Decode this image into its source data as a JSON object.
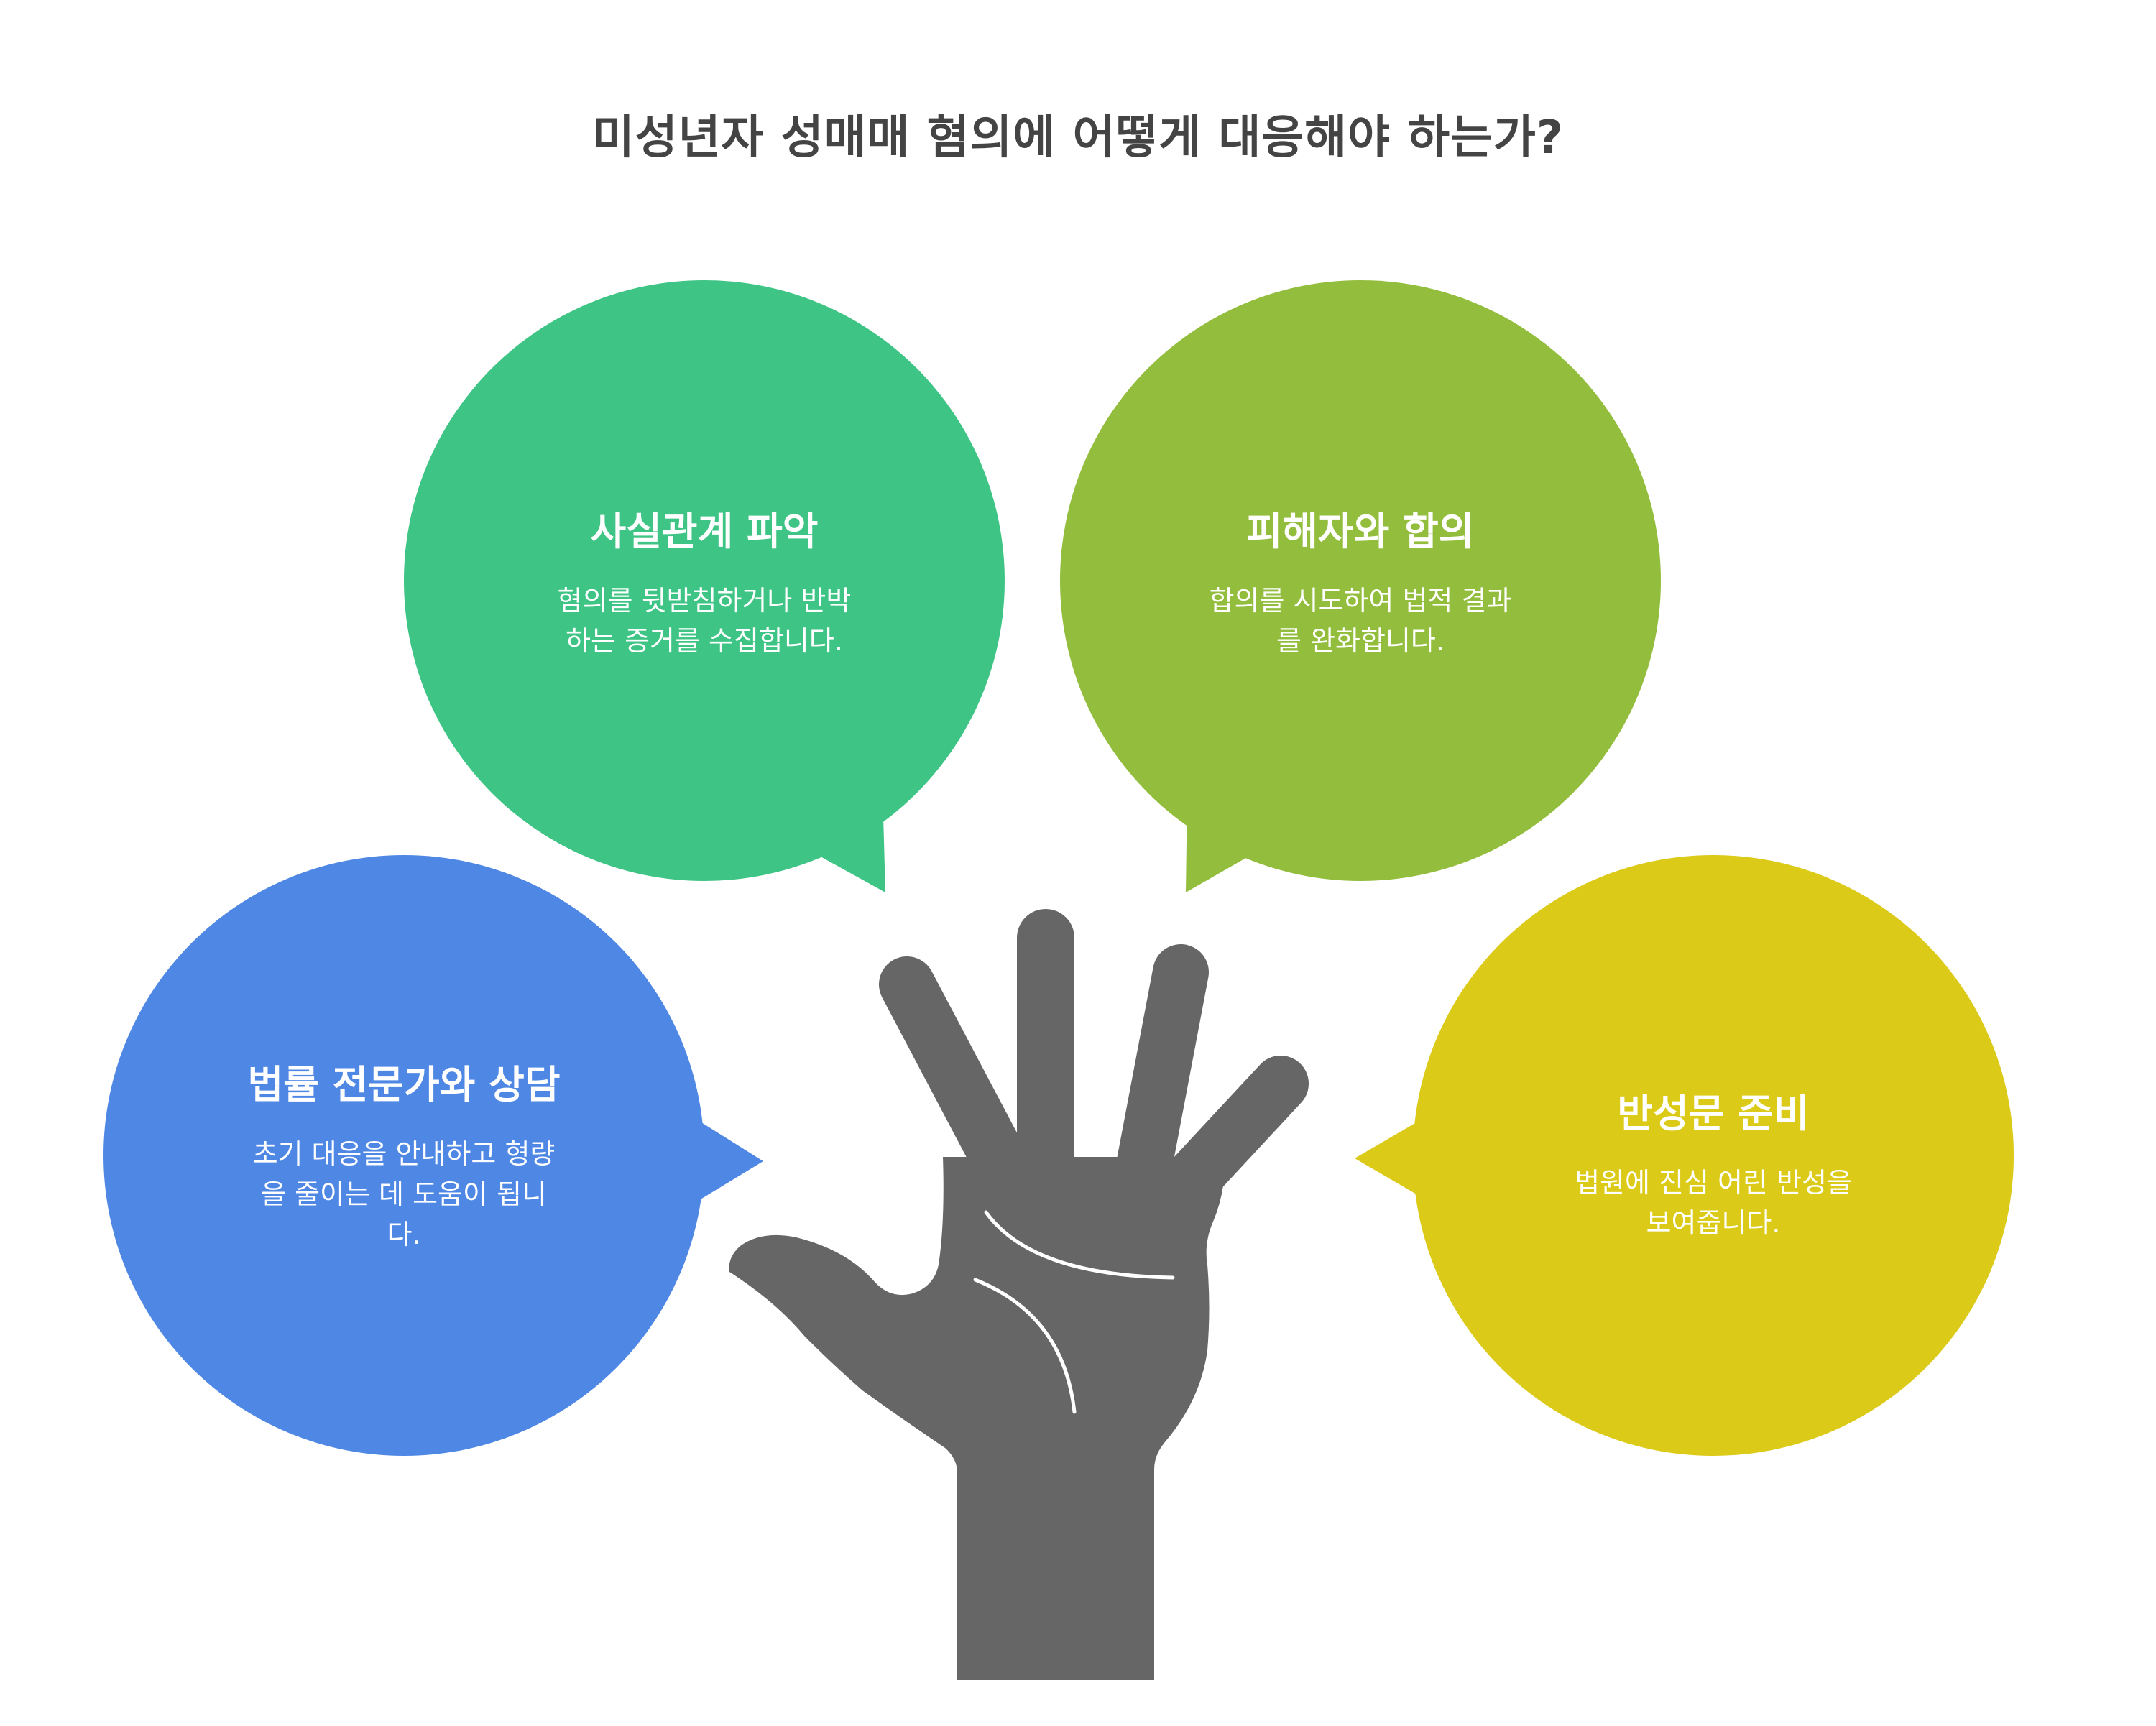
{
  "title": "미성년자 성매매 혐의에 어떻게 대응해야 하는가?",
  "colors": {
    "green": "#3EC484",
    "olive": "#93BD3C",
    "blue": "#4F87E4",
    "yellow": "#DCCA18",
    "hand": "#666666",
    "title_text": "#444444",
    "bubble_text": "#FFFFFF"
  },
  "icons": {
    "center": "raised-hand-icon"
  },
  "bubbles": [
    {
      "id": "fact",
      "color": "green",
      "title": "사실관계 파악",
      "description": "혐의를 뒷받침하거나 반박\n하는 증거를 수집합니다."
    },
    {
      "id": "agreement",
      "color": "olive",
      "title": "피해자와 합의",
      "description": "합의를 시도하여 법적 결과\n를 완화합니다."
    },
    {
      "id": "legal",
      "color": "blue",
      "title": "법률 전문가와 상담",
      "description": "초기 대응을 안내하고 형량\n을 줄이는 데 도움이 됩니\n다."
    },
    {
      "id": "apology",
      "color": "yellow",
      "title": "반성문 준비",
      "description": "법원에 진심 어린 반성을\n보여줍니다."
    }
  ]
}
